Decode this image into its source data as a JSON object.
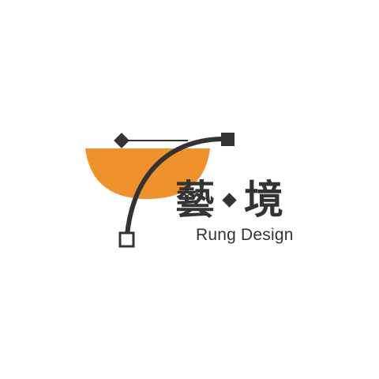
{
  "logo": {
    "chinese_char_1": "藝",
    "chinese_char_2": "境",
    "english_name": "Rung Design"
  },
  "colors": {
    "background": "#ffffff",
    "accent_orange": "#f0922b",
    "dark": "#333333"
  },
  "icons": {
    "mark": "bezier-pen-tool-curve-with-bowl"
  }
}
